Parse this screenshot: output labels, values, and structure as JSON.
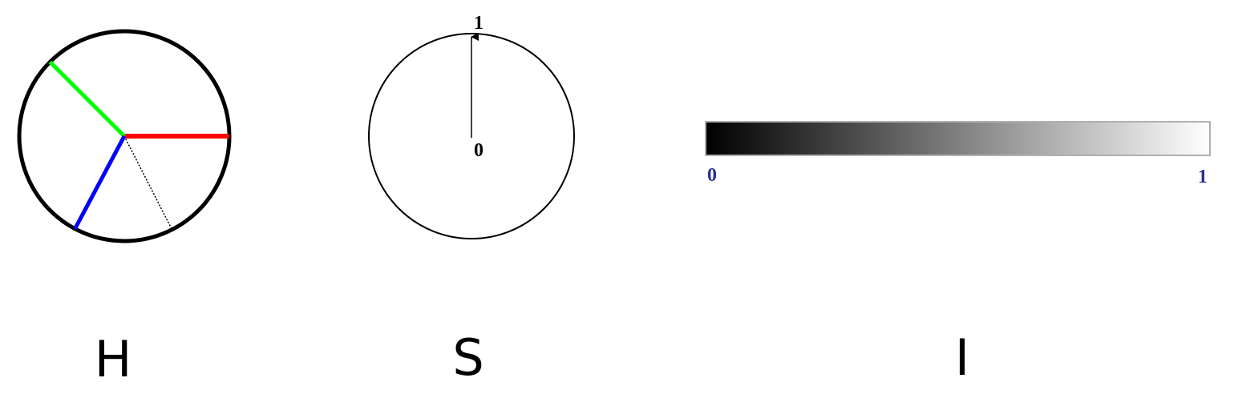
{
  "hue_panel": {
    "label": "H",
    "spokes": [
      {
        "name": "red",
        "color": "#ff0000",
        "angle_deg": 0
      },
      {
        "name": "green",
        "color": "#00ff00",
        "angle_deg": 135
      },
      {
        "name": "blue",
        "color": "#0000ff",
        "angle_deg": 242
      }
    ],
    "reference_line_angle_deg": 297
  },
  "saturation_panel": {
    "label": "S",
    "center_value": "0",
    "edge_value": "1"
  },
  "intensity_panel": {
    "label": "I",
    "min_value": "0",
    "max_value": "1",
    "gradient_start": "#000000",
    "gradient_end": "#ffffff",
    "value_color": "#2b2f8f"
  }
}
